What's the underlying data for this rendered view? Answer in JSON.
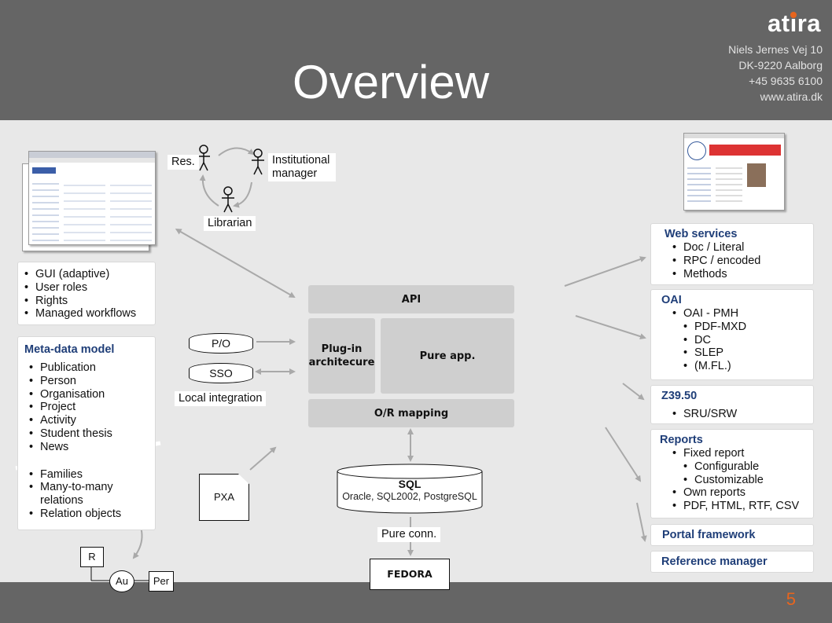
{
  "header": {
    "title": "Overview",
    "logo": "atira",
    "address": [
      "Niels Jernes Vej 10",
      "DK-9220 Aalborg",
      "+45 9635 6100",
      "www.atira.dk"
    ],
    "page_number": "5"
  },
  "colors": {
    "header_bg": "#656565",
    "slide_bg": "#e8e8e8",
    "accent": "#e8651d",
    "box_title": "#1f3e78"
  },
  "actors": {
    "res": "Res.",
    "manager": "Institutional manager",
    "librarian": "Librarian"
  },
  "gui_box": {
    "items": [
      "GUI (adaptive)",
      "User roles",
      "Rights",
      "Managed workflows"
    ]
  },
  "meta_box": {
    "title": "Meta-data model",
    "items": [
      "Publication",
      "Person",
      "Organisation",
      "Project",
      "Activity",
      "Student thesis",
      "News"
    ],
    "items2": [
      "Families",
      "Many-to-many",
      "relations",
      "Relation objects"
    ]
  },
  "relation": {
    "r": "R",
    "au": "Au",
    "per": "Per"
  },
  "integration": {
    "po": "P/O",
    "sso": "SSO",
    "label": "Local integration",
    "pxa": "PXA"
  },
  "core": {
    "api": "API",
    "plugin": "Plug-in architecure",
    "pure_app": "Pure app.",
    "or_mapping": "O/R mapping",
    "sql_title": "SQL",
    "sql_sub": "Oracle, SQL2002, PostgreSQL",
    "pure_conn": "Pure conn.",
    "fedora": "FEDORA"
  },
  "right": {
    "web_services": {
      "title": "Web services",
      "items": [
        "Doc / Literal",
        "RPC / encoded",
        "Methods"
      ]
    },
    "oai": {
      "title": "OAI",
      "items": [
        "OAI - PMH",
        "PDF-MXD",
        "DC",
        "SLEP",
        "(M.FL.)"
      ]
    },
    "z3950": {
      "title": "Z39.50",
      "items": [
        "SRU/SRW"
      ]
    },
    "reports": {
      "title": "Reports",
      "items": [
        "Fixed report",
        "Configurable",
        "Customizable",
        "Own reports",
        "PDF, HTML, RTF, CSV"
      ]
    },
    "portal": "Portal framework",
    "refman": "Reference manager"
  }
}
